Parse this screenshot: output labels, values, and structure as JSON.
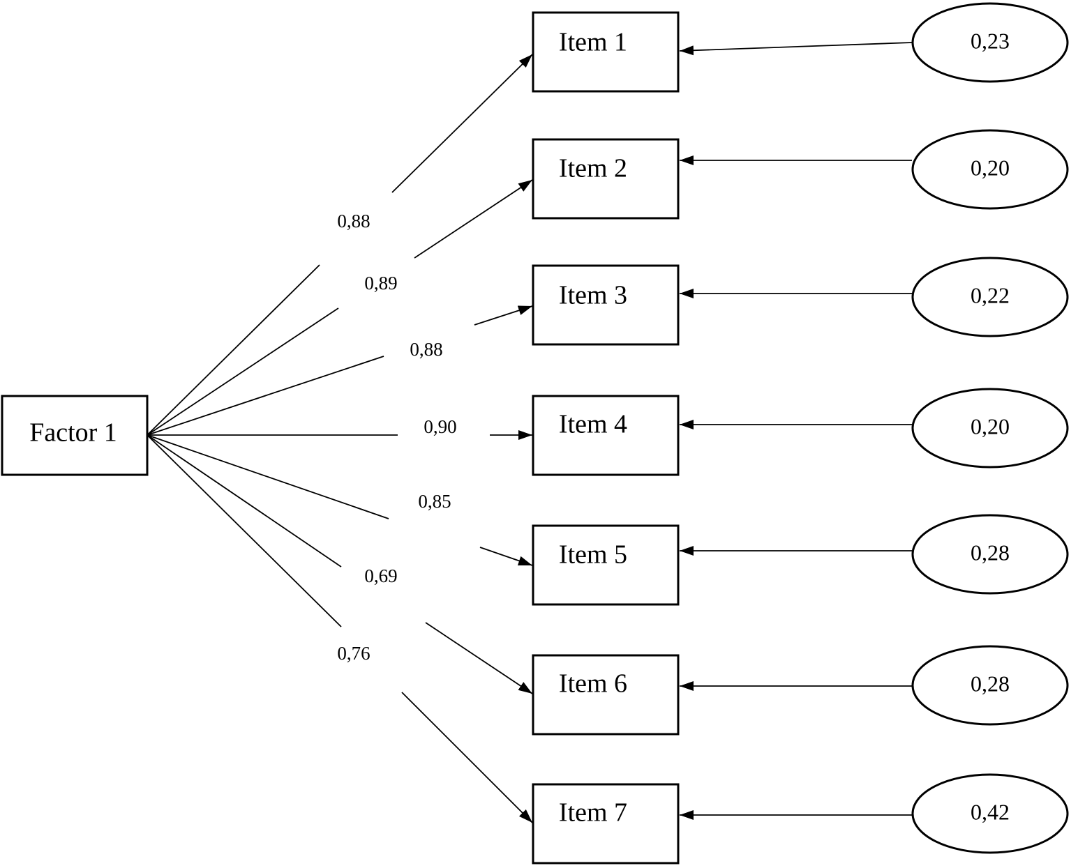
{
  "factor": {
    "label": "Factor 1"
  },
  "items": [
    {
      "label": "Item 1",
      "loading": "0,88",
      "error": "0,23"
    },
    {
      "label": "Item 2",
      "loading": "0,89",
      "error": "0,20"
    },
    {
      "label": "Item 3",
      "loading": "0,88",
      "error": "0,22"
    },
    {
      "label": "Item 4",
      "loading": "0,90",
      "error": "0,20"
    },
    {
      "label": "Item 5",
      "loading": "0,85",
      "error": "0,28"
    },
    {
      "label": "Item 6",
      "loading": "0,69",
      "error": "0,28"
    },
    {
      "label": "Item 7",
      "loading": "0,76",
      "error": "0,42"
    }
  ]
}
